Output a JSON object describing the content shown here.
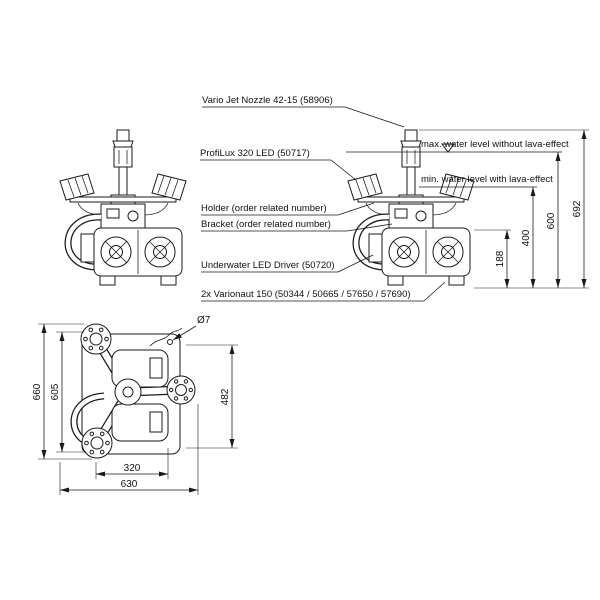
{
  "callouts": {
    "vario_jet": "Vario Jet Nozzle 42-15 (58906)",
    "profilux": "ProfiLux 320 LED (50717)",
    "max_water": "max. water level without lava-effect",
    "min_water": "min. water level with lava-effect",
    "holder": "Holder (order related number)",
    "bracket": "Bracket (order related number)",
    "led_driver": "Underwater LED Driver (50720)",
    "varionaut": "2x Varionaut 150 (50344 / 50665 / 57650 / 57690)"
  },
  "dimensions": {
    "overall_height": "692",
    "height_max_water": "600",
    "height_min_water": "400",
    "unit_height": "188",
    "plan_outer_height": "660",
    "plan_inner_height": "605",
    "plan_lamp_span": "482",
    "plan_inner_width": "320",
    "plan_outer_width": "630",
    "hole_diameter": "Ø7"
  },
  "colors": {
    "line": "#1a1a1a",
    "background": "#ffffff"
  }
}
